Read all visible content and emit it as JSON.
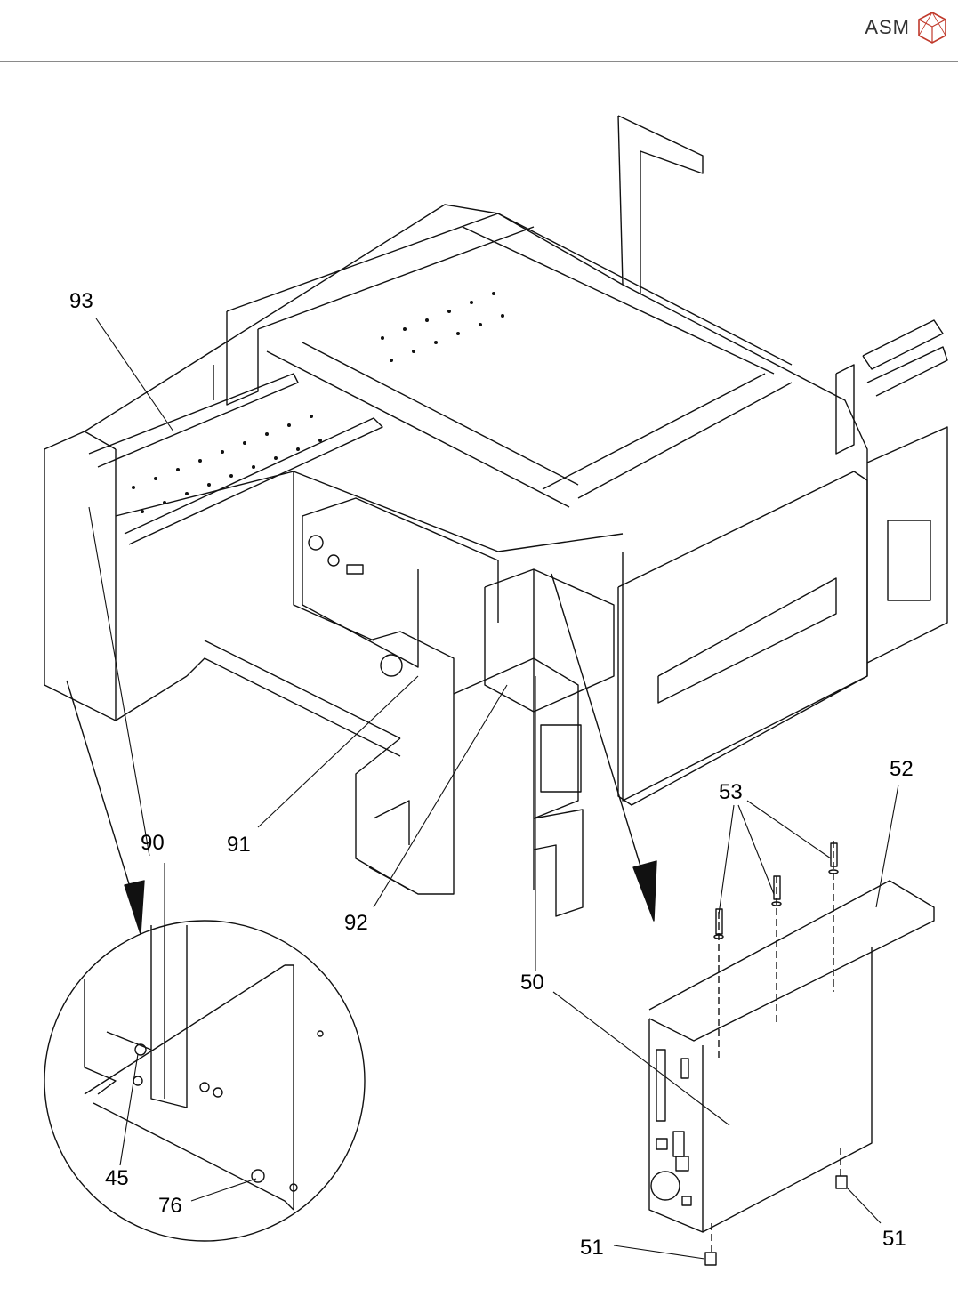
{
  "header": {
    "brand": "ASM",
    "logo_icon": "asm-cube-logo-icon"
  },
  "callouts": [
    {
      "id": "c93",
      "text": "93"
    },
    {
      "id": "c90",
      "text": "90"
    },
    {
      "id": "c91",
      "text": "91"
    },
    {
      "id": "c92",
      "text": "92"
    },
    {
      "id": "c50",
      "text": "50"
    },
    {
      "id": "c53",
      "text": "53"
    },
    {
      "id": "c52",
      "text": "52"
    },
    {
      "id": "c45",
      "text": "45"
    },
    {
      "id": "c76",
      "text": "76"
    },
    {
      "id": "c51a",
      "text": "51"
    },
    {
      "id": "c51b",
      "text": "51"
    }
  ]
}
